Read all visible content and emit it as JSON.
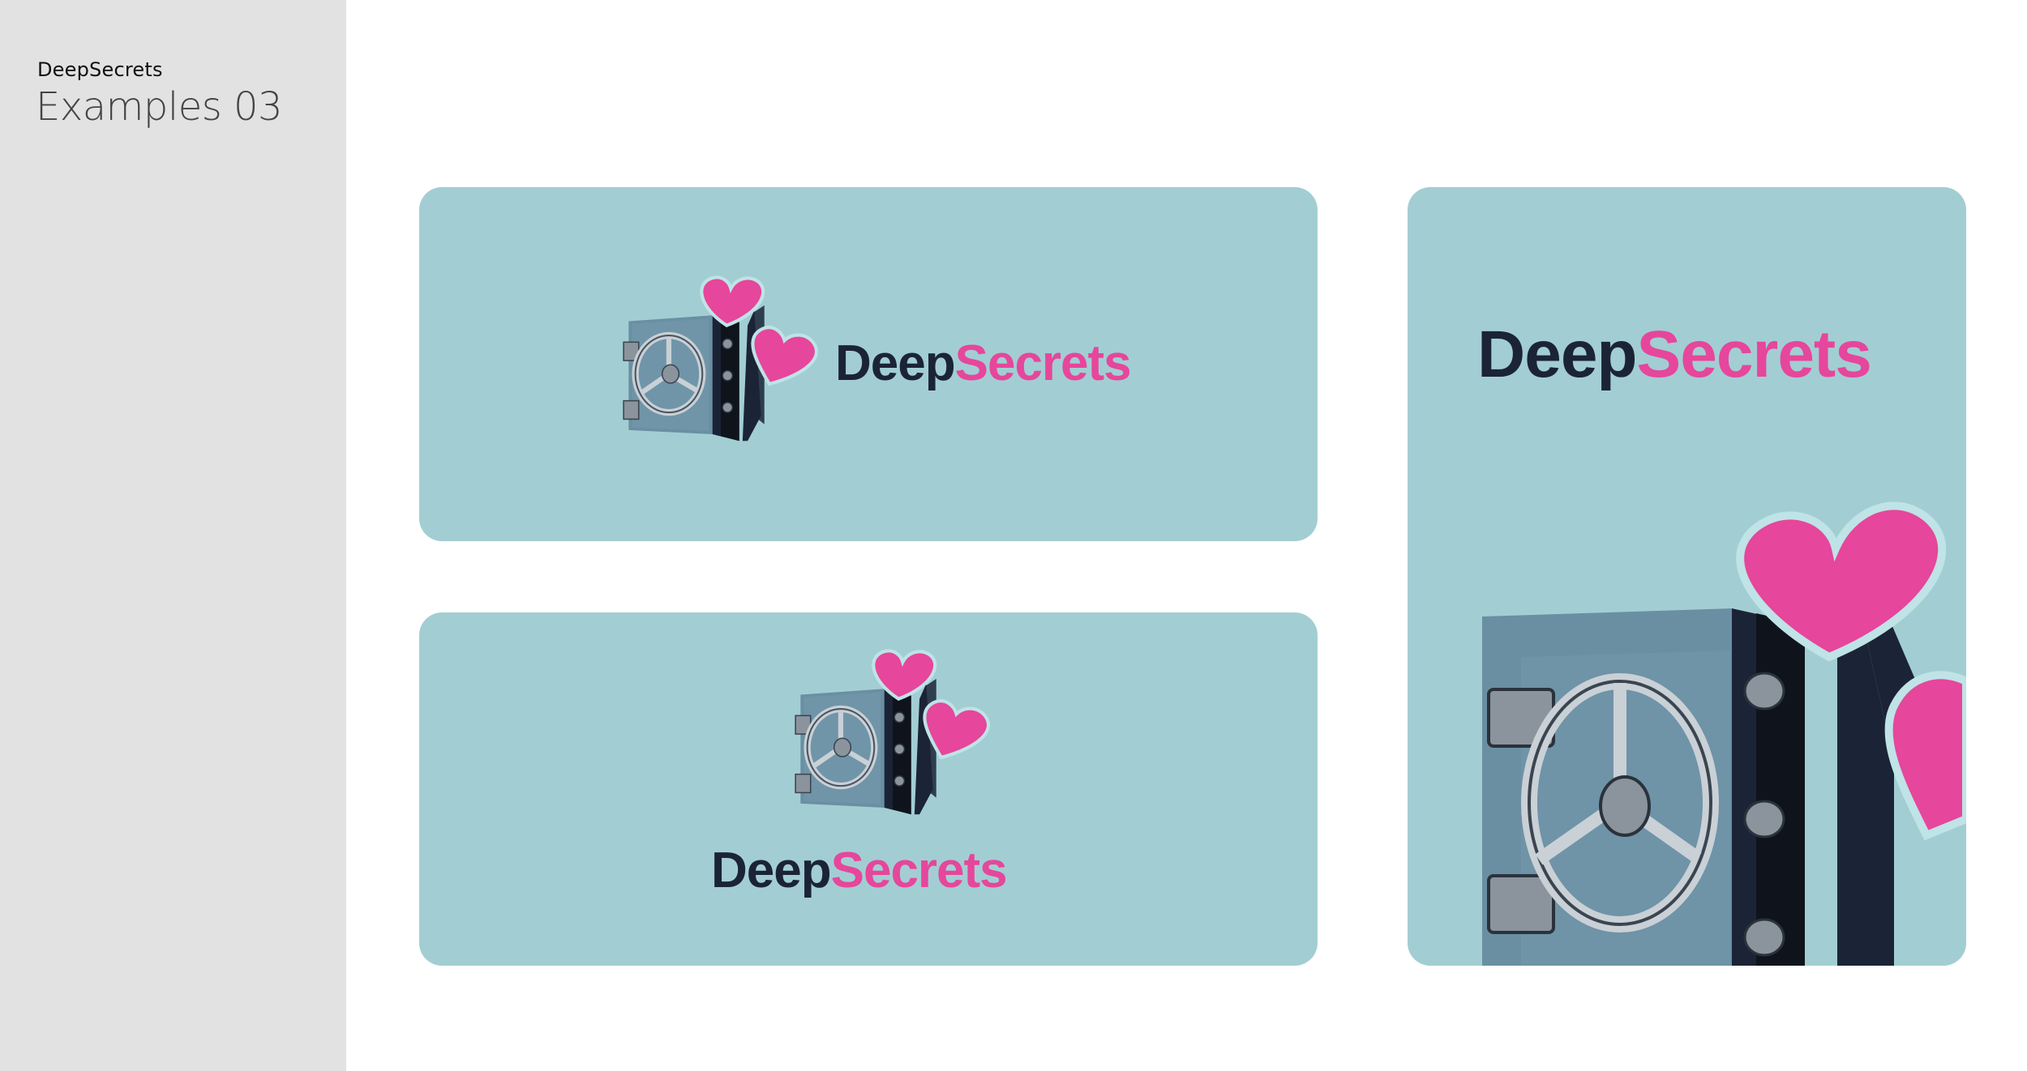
{
  "sidebar": {
    "brand": "DeepSecrets",
    "title": "Examples 03"
  },
  "wordmark": {
    "part1": "Deep",
    "part2": "Secrets"
  },
  "colors": {
    "card_bg": "#a2ced3",
    "wordmark_dark": "#1b2436",
    "wordmark_pink": "#e6469b",
    "heart_pink": "#e6469b",
    "safe_blue": "#6a8fa3",
    "safe_dark": "#1b2436"
  },
  "icons": {
    "logo": "safe-with-hearts-icon"
  }
}
